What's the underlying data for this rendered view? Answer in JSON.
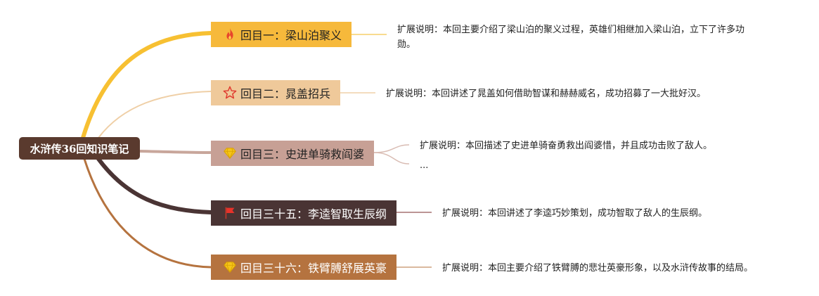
{
  "root": {
    "title": "水浒传36回知识笔记"
  },
  "topics": [
    {
      "label": "回目一：梁山泊聚义",
      "icon": "fire-icon",
      "color": "#f6b93b",
      "notes": [
        "扩展说明：本回主要介绍了梁山泊的聚义过程，英雄们相继加入梁山泊，立下了许多功勋。"
      ]
    },
    {
      "label": "回目二：晁盖招兵",
      "icon": "star-icon",
      "color": "#efc99a",
      "notes": [
        "扩展说明：本回讲述了晁盖如何借助智谋和赫赫威名，成功招募了一大批好汉。"
      ]
    },
    {
      "label": "回目三：史进单骑救阎婆",
      "icon": "diamond-icon",
      "color": "#c7a095",
      "notes": [
        "扩展说明：本回描述了史进单骑奋勇救出阎婆惜，并且成功击败了敌人。",
        "..."
      ]
    },
    {
      "label": "回目三十五：李逵智取生辰纲",
      "icon": "flag-icon",
      "color": "#4a3434",
      "notes": [
        "扩展说明：本回讲述了李逵巧妙策划，成功智取了敌人的生辰纲。"
      ]
    },
    {
      "label": "回目三十六：铁臂膊舒展英豪",
      "icon": "diamond-icon",
      "color": "#b5733f",
      "notes": [
        "扩展说明：本回主要介绍了铁臂膊的悲壮英豪形象，以及水浒传故事的结局。"
      ]
    }
  ]
}
